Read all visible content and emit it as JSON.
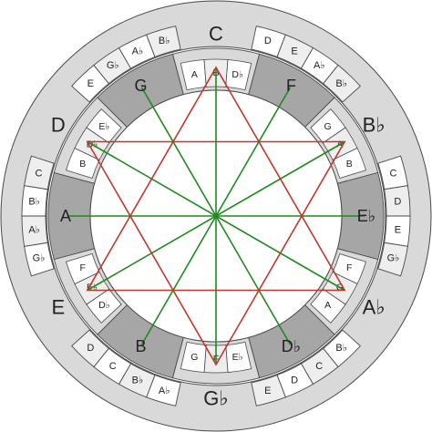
{
  "colors": {
    "band_light": "#d9d9d9",
    "band_dark": "#a6a6a6",
    "cell_white": "#ffffff",
    "cell_light": "#eeeeee",
    "outline": "#4a4a4a",
    "green_lines": "#1e8a1e",
    "red_lines": "#c0392b"
  },
  "outer_ring": {
    "sectors": [
      {
        "label": "C",
        "shade": "light",
        "notes": [
          "D",
          "E",
          "A♭",
          "B♭"
        ]
      },
      {
        "label": "B♭",
        "shade": "light",
        "notes": [
          "C",
          "D",
          "E",
          "G♭"
        ]
      },
      {
        "label": "A♭",
        "shade": "light",
        "notes": [
          "B♭",
          "C",
          "D",
          "E"
        ]
      },
      {
        "label": "G♭",
        "shade": "light",
        "notes": [
          "A♭",
          "B♭",
          "C",
          "D"
        ]
      },
      {
        "label": "E",
        "shade": "light",
        "notes": [
          "G♭",
          "A♭",
          "B♭",
          "C"
        ]
      },
      {
        "label": "D",
        "shade": "light",
        "notes": [
          "E",
          "G♭",
          "A♭",
          "B♭"
        ]
      }
    ]
  },
  "inner_ring": {
    "sectors": [
      {
        "label": "C",
        "shade": "light",
        "notes": [
          "A",
          "B",
          "D♭"
        ]
      },
      {
        "label": "F",
        "shade": "dark",
        "notes": []
      },
      {
        "label": "B♭",
        "shade": "light",
        "notes": [
          "G",
          "A",
          "B"
        ]
      },
      {
        "label": "E♭",
        "shade": "dark",
        "notes": []
      },
      {
        "label": "A♭",
        "shade": "light",
        "notes": [
          "F",
          "G",
          "A"
        ]
      },
      {
        "label": "D♭",
        "shade": "dark",
        "notes": []
      },
      {
        "label": "G♭",
        "shade": "light",
        "notes": [
          "E♭",
          "F",
          "G"
        ]
      },
      {
        "label": "B",
        "shade": "dark",
        "notes": []
      },
      {
        "label": "E",
        "shade": "light",
        "notes": [
          "D♭",
          "E♭",
          "F"
        ]
      },
      {
        "label": "A",
        "shade": "dark",
        "notes": []
      },
      {
        "label": "D",
        "shade": "light",
        "notes": [
          "B",
          "D♭",
          "E♭"
        ]
      },
      {
        "label": "G",
        "shade": "dark",
        "notes": []
      }
    ]
  },
  "triangles": {
    "green": [
      [
        "C",
        "G♭"
      ],
      [
        "F",
        "B"
      ],
      [
        "B♭",
        "E"
      ],
      [
        "E♭",
        "A"
      ],
      [
        "A♭",
        "D"
      ],
      [
        "D♭",
        "G"
      ]
    ],
    "red": [
      [
        "C",
        "E",
        "A♭"
      ],
      [
        "D",
        "G♭",
        "B♭"
      ]
    ]
  }
}
